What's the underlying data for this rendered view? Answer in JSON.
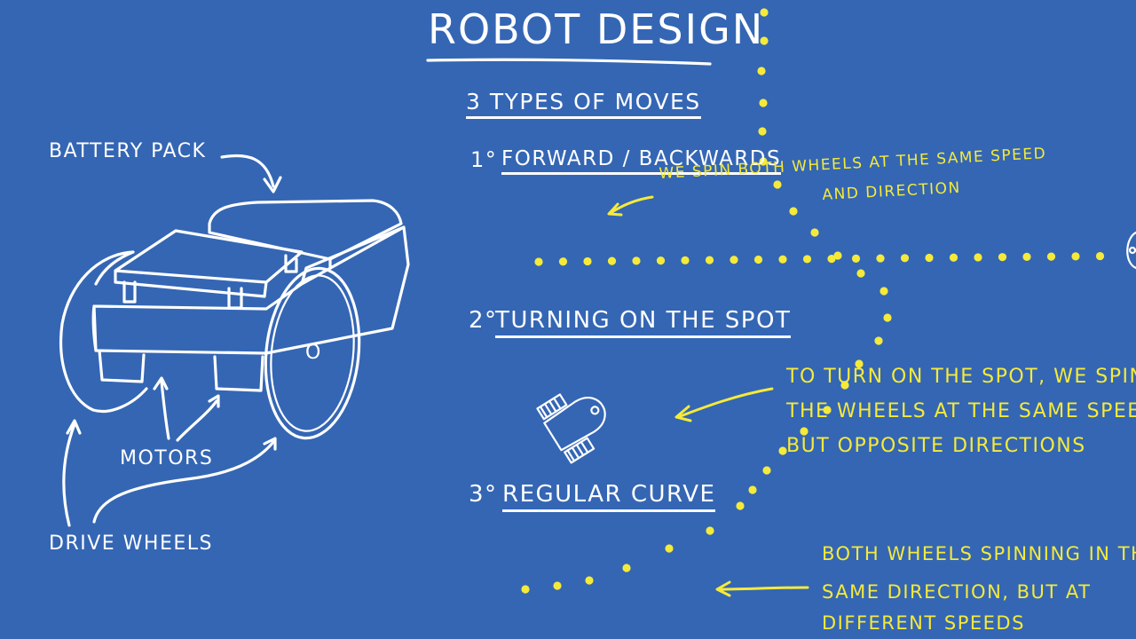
{
  "title": "ROBOT DESIGN",
  "subtitle": "3 TYPES OF MOVES",
  "labels": {
    "battery": "BATTERY PACK",
    "motors": "MOTORS",
    "drive_wheels": "DRIVE WHEELS",
    "hub": "O"
  },
  "moves": [
    {
      "number": "1°",
      "name": "FORWARD / BACKWARDS",
      "note_lines": [
        "WE SPIN BOTH WHEELS AT THE SAME SPEED",
        "AND DIRECTION"
      ]
    },
    {
      "number": "2°",
      "name": "TURNING ON THE SPOT",
      "note_lines": [
        "TO TURN ON THE SPOT, WE SPIN",
        "THE WHEELS AT THE SAME SPEED,",
        "BUT OPPOSITE DIRECTIONS"
      ]
    },
    {
      "number": "3°",
      "name": "REGULAR CURVE",
      "note_lines": [
        "BOTH WHEELS SPINNING IN THE",
        "SAME DIRECTION, BUT AT",
        "DIFFERENT SPEEDS"
      ]
    }
  ],
  "colors": {
    "background": "#3466b4",
    "chalk": "#ffffff",
    "highlight": "#f5ea3a"
  }
}
